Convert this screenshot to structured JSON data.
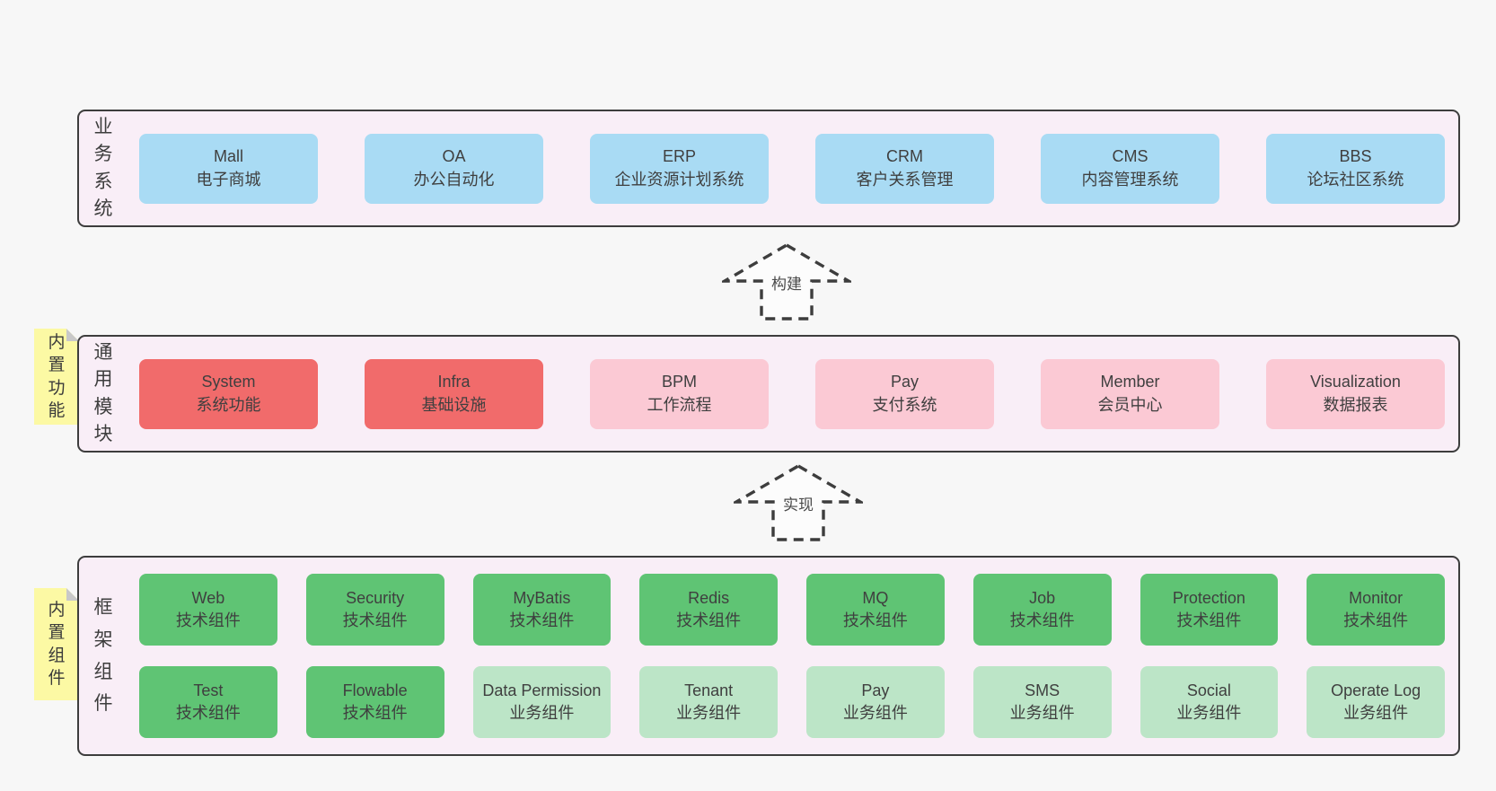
{
  "colors": {
    "page-bg": "#f7f7f7",
    "panel-bg": "#f9eef7",
    "line": "#3d3d3d",
    "text": "#3d3d3d",
    "blue": "#a9dbf4",
    "red": "#f16b6b",
    "pink": "#fbc9d4",
    "green": "#5fc474",
    "light-green": "#bce5c7",
    "note-yellow": "#fcf9a4",
    "note-fold": "#c8c8c8"
  },
  "layers": [
    {
      "label": "业务系统",
      "boxes": [
        {
          "name": "Mall",
          "desc": "电子商城"
        },
        {
          "name": "OA",
          "desc": "办公自动化"
        },
        {
          "name": "ERP",
          "desc": "企业资源计划系统"
        },
        {
          "name": "CRM",
          "desc": "客户关系管理"
        },
        {
          "name": "CMS",
          "desc": "内容管理系统"
        },
        {
          "name": "BBS",
          "desc": "论坛社区系统"
        }
      ]
    },
    {
      "label": "通用模块",
      "note": "内置功能",
      "boxes": [
        {
          "name": "System",
          "desc": "系统功能"
        },
        {
          "name": "Infra",
          "desc": "基础设施"
        },
        {
          "name": "BPM",
          "desc": "工作流程"
        },
        {
          "name": "Pay",
          "desc": "支付系统"
        },
        {
          "name": "Member",
          "desc": "会员中心"
        },
        {
          "name": "Visualization",
          "desc": "数据报表"
        }
      ]
    },
    {
      "label": "框架组件",
      "note": "内置组件",
      "rows": [
        [
          {
            "name": "Web",
            "desc": "技术组件"
          },
          {
            "name": "Security",
            "desc": "技术组件"
          },
          {
            "name": "MyBatis",
            "desc": "技术组件"
          },
          {
            "name": "Redis",
            "desc": "技术组件"
          },
          {
            "name": "MQ",
            "desc": "技术组件"
          },
          {
            "name": "Job",
            "desc": "技术组件"
          },
          {
            "name": "Protection",
            "desc": "技术组件"
          },
          {
            "name": "Monitor",
            "desc": "技术组件"
          }
        ],
        [
          {
            "name": "Test",
            "desc": "技术组件"
          },
          {
            "name": "Flowable",
            "desc": "技术组件"
          },
          {
            "name": "Data Permission",
            "desc": "业务组件"
          },
          {
            "name": "Tenant",
            "desc": "业务组件"
          },
          {
            "name": "Pay",
            "desc": "业务组件"
          },
          {
            "name": "SMS",
            "desc": "业务组件"
          },
          {
            "name": "Social",
            "desc": "业务组件"
          },
          {
            "name": "Operate Log",
            "desc": "业务组件"
          }
        ]
      ]
    }
  ],
  "arrows": [
    {
      "label": "构建"
    },
    {
      "label": "实现"
    }
  ]
}
